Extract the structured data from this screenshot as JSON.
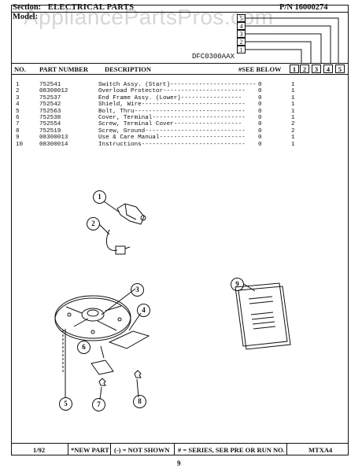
{
  "header": {
    "section_label": "Section:",
    "section_value": "ELECTRICAL PARTS",
    "part_number": "P/N 16000274",
    "model_label": "Model:",
    "watermark": "AppliancePartsPros.com",
    "model_code": "DFC0300AAX",
    "stack_numbers": [
      "5",
      "4",
      "3",
      "2",
      "1"
    ]
  },
  "columns": {
    "no": "NO.",
    "part_number": "PART NUMBER",
    "description": "DESCRIPTION",
    "see_below": "#SEE BELOW",
    "see_cols": [
      "1",
      "2",
      "3",
      "4",
      "5"
    ]
  },
  "parts": [
    {
      "no": "1",
      "part": "752541",
      "desc": "Switch Assy. (Start)------------------------",
      "code": "0",
      "qty": "1"
    },
    {
      "no": "2",
      "part": "08300012",
      "desc": "Overload Protector-----------------------",
      "code": "0",
      "qty": "1"
    },
    {
      "no": "3",
      "part": "752537",
      "desc": "End Frame Assy. (Lower)-----------------",
      "code": "0",
      "qty": "1"
    },
    {
      "no": "4",
      "part": "752542",
      "desc": "Shield, Wire-----------------------------",
      "code": "0",
      "qty": "1"
    },
    {
      "no": "5",
      "part": "752563",
      "desc": "Bolt, Thru-------------------------------",
      "code": "0",
      "qty": "1"
    },
    {
      "no": "6",
      "part": "752538",
      "desc": "Cover, Terminal--------------------------",
      "code": "0",
      "qty": "1"
    },
    {
      "no": "7",
      "part": "752554",
      "desc": "Screw, Terminal Cover-------------------",
      "code": "0",
      "qty": "2"
    },
    {
      "no": "8",
      "part": "752519",
      "desc": "Screw, Ground----------------------------",
      "code": "0",
      "qty": "2"
    },
    {
      "no": "9",
      "part": "08300013",
      "desc": "Use & Care Manual------------------------",
      "code": "0",
      "qty": "1"
    },
    {
      "no": "10",
      "part": "08300014",
      "desc": "Instructions-----------------------------",
      "code": "0",
      "qty": "1"
    }
  ],
  "callouts": [
    "1",
    "2",
    "3",
    "4",
    "5",
    "6",
    "7",
    "8",
    "9"
  ],
  "footer": {
    "date": "1/92",
    "new_part": "*NEW PART",
    "not_shown": "(-) = NOT SHOWN",
    "series": "# = SERIES, SER PRE OR RUN NO.",
    "code": "MTXA4"
  },
  "page_number": "9"
}
